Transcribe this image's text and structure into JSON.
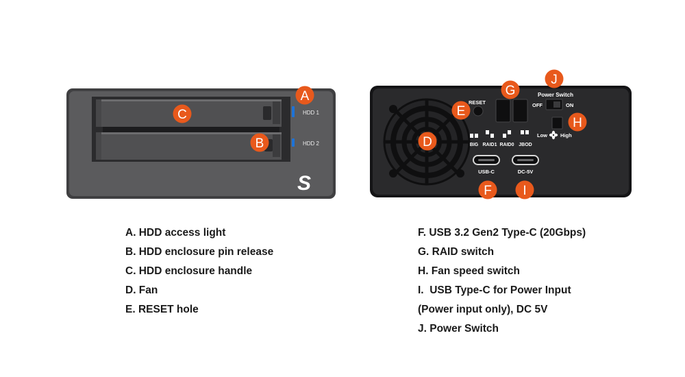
{
  "front_panel": {
    "led_labels": [
      "HDD 1",
      "HDD 2"
    ],
    "logo_mark": "S"
  },
  "rear_panel": {
    "reset_label": "RESET",
    "power_switch_title": "Power Switch",
    "power_off_label": "OFF",
    "power_on_label": "ON",
    "fan_low_label": "Low",
    "fan_high_label": "High",
    "raid_modes": [
      "BIG",
      "RAID1",
      "RAID0",
      "JBOD"
    ],
    "port_labels": [
      "USB-C",
      "DC-5V"
    ]
  },
  "callouts": [
    "A",
    "B",
    "C",
    "D",
    "E",
    "F",
    "G",
    "H",
    "I",
    "J"
  ],
  "legend_left": [
    "A. HDD access light",
    "B. HDD enclosure pin release",
    "C. HDD enclosure handle",
    "D. Fan",
    "E. RESET hole"
  ],
  "legend_right": [
    "F. USB 3.2 Gen2 Type-C (20Gbps)",
    "G. RAID switch",
    "H. Fan speed switch",
    "I.  USB Type-C for Power Input",
    "(Power input only), DC 5V",
    "J. Power Switch"
  ],
  "colors": {
    "callout": "#e8591c",
    "led": "#1e73d8",
    "front_body": "#5b5b5d",
    "rear_body": "#2a2a2c"
  }
}
